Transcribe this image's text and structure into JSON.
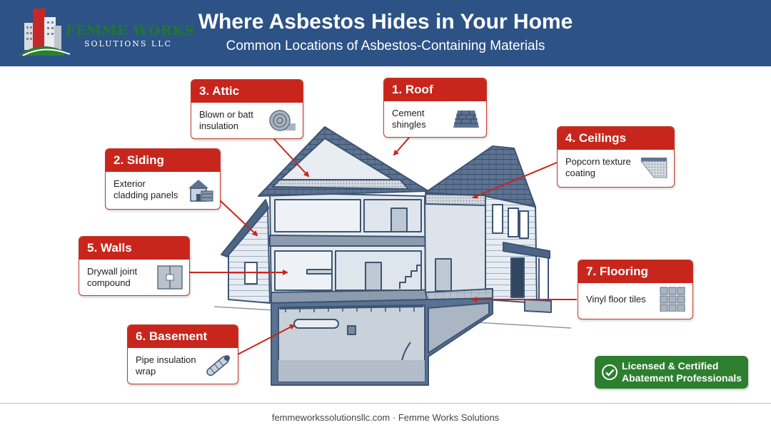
{
  "header": {
    "title": "Where Asbestos Hides in Your Home",
    "subtitle": "Common Locations of Asbestos-Containing Materials",
    "logo_name": "FEMME WORKS",
    "logo_sub": "SOLUTIONS LLC"
  },
  "callouts": [
    {
      "title": "1. Roof",
      "text": "Cement\nshingles",
      "icon": "shingles-icon"
    },
    {
      "title": "2. Siding",
      "text": "Exterior\ncladding panels",
      "icon": "house-siding-icon"
    },
    {
      "title": "3. Attic",
      "text": "Blown or batt\ninsulation",
      "icon": "insulation-roll-icon"
    },
    {
      "title": "4. Ceilings",
      "text": "Popcorn texture\ncoating",
      "icon": "popcorn-ceiling-icon"
    },
    {
      "title": "5. Walls",
      "text": "Drywall joint\ncompound",
      "icon": "drywall-joint-icon"
    },
    {
      "title": "6. Basement",
      "text": "Pipe insulation\nwrap",
      "icon": "pipe-insulation-icon"
    },
    {
      "title": "7. Flooring",
      "text": "Vinyl floor tiles",
      "icon": "floor-tiles-icon"
    }
  ],
  "badge": {
    "line1": "Licensed & Certified",
    "line2": "Abatement Professionals",
    "icon": "check-circle-icon"
  },
  "footer": "femmeworkssolutionsllc.com · Femme Works Solutions",
  "colors": {
    "header": "#2c5286",
    "callout_red": "#c8261c",
    "badge_green": "#2d7f2f",
    "house_blue": "#3d5573"
  }
}
